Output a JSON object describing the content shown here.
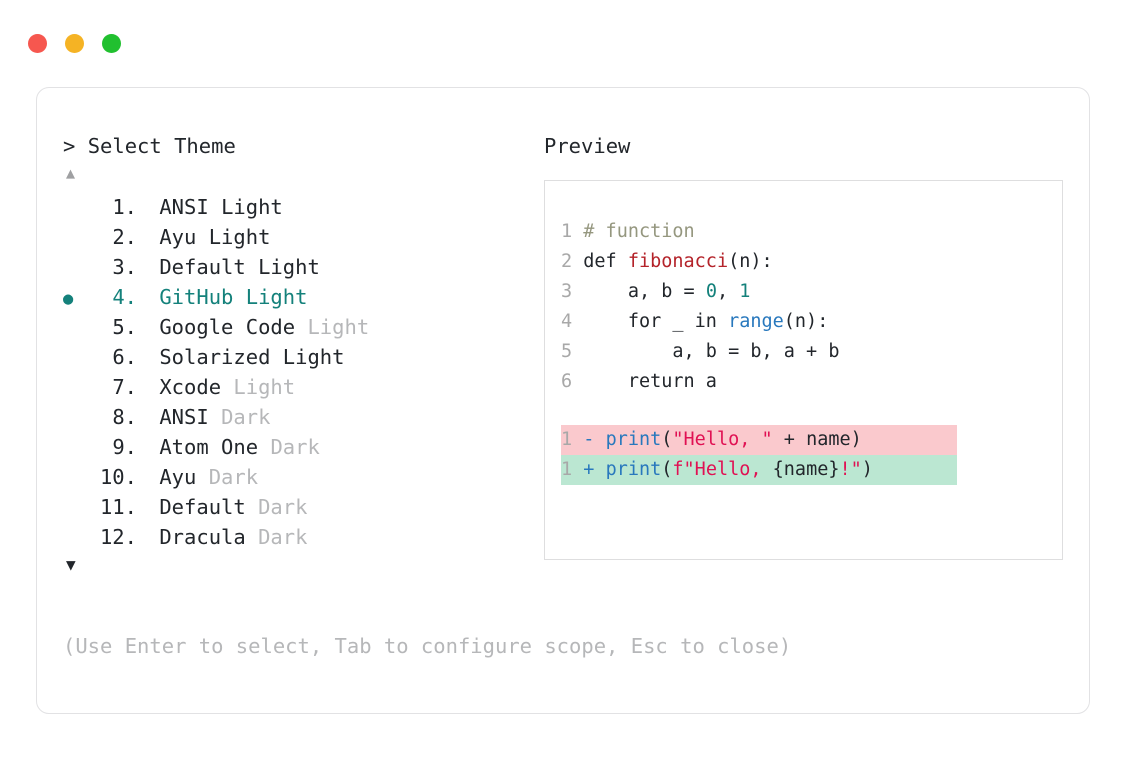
{
  "window": {
    "traffic_lights": [
      {
        "name": "close-button",
        "color": "#f6574f"
      },
      {
        "name": "minimize-button",
        "color": "#f5b324"
      },
      {
        "name": "maximize-button",
        "color": "#21c02f"
      }
    ]
  },
  "prompt": {
    "caret": ">",
    "label": "Select Theme"
  },
  "scroll": {
    "up_arrow": "▲",
    "down_arrow": "▼"
  },
  "list": {
    "selected_index": 3,
    "bullet": "●",
    "items": [
      {
        "num": "1.",
        "name": "ANSI",
        "suffix": "Light",
        "dim": false,
        "selected": false
      },
      {
        "num": "2.",
        "name": "Ayu",
        "suffix": "Light",
        "dim": false,
        "selected": false
      },
      {
        "num": "3.",
        "name": "Default",
        "suffix": "Light",
        "dim": false,
        "selected": false
      },
      {
        "num": "4.",
        "name": "GitHub",
        "suffix": "Light",
        "dim": false,
        "selected": true
      },
      {
        "num": "5.",
        "name": "Google Code",
        "suffix": "Light",
        "dim": true,
        "selected": false
      },
      {
        "num": "6.",
        "name": "Solarized",
        "suffix": "Light",
        "dim": false,
        "selected": false
      },
      {
        "num": "7.",
        "name": "Xcode",
        "suffix": "Light",
        "dim": true,
        "selected": false
      },
      {
        "num": "8.",
        "name": "ANSI",
        "suffix": "Dark",
        "dim": true,
        "selected": false
      },
      {
        "num": "9.",
        "name": "Atom One",
        "suffix": "Dark",
        "dim": true,
        "selected": false
      },
      {
        "num": "10.",
        "name": "Ayu",
        "suffix": "Dark",
        "dim": true,
        "selected": false
      },
      {
        "num": "11.",
        "name": "Default",
        "suffix": "Dark",
        "dim": true,
        "selected": false
      },
      {
        "num": "12.",
        "name": "Dracula",
        "suffix": "Dark",
        "dim": true,
        "selected": false
      }
    ]
  },
  "preview": {
    "label": "Preview",
    "code_lines": [
      {
        "ln": "1",
        "tokens": [
          {
            "t": "# function",
            "c": "cmt"
          }
        ]
      },
      {
        "ln": "2",
        "tokens": [
          {
            "t": "def ",
            "c": "kw"
          },
          {
            "t": "fibonacci",
            "c": "fn"
          },
          {
            "t": "(n):",
            "c": "pun"
          }
        ]
      },
      {
        "ln": "3",
        "tokens": [
          {
            "t": "    a, b = ",
            "c": "kw"
          },
          {
            "t": "0",
            "c": "num"
          },
          {
            "t": ", ",
            "c": "pun"
          },
          {
            "t": "1",
            "c": "num"
          }
        ]
      },
      {
        "ln": "4",
        "tokens": [
          {
            "t": "    for _ in ",
            "c": "kw"
          },
          {
            "t": "range",
            "c": "bi"
          },
          {
            "t": "(n):",
            "c": "pun"
          }
        ]
      },
      {
        "ln": "5",
        "tokens": [
          {
            "t": "        a, b = b, a + b",
            "c": "kw"
          }
        ]
      },
      {
        "ln": "6",
        "tokens": [
          {
            "t": "    return a",
            "c": "kw"
          }
        ]
      }
    ],
    "diff_lines": [
      {
        "ln": "1",
        "kind": "del",
        "sign": "-",
        "tokens": [
          {
            "t": "print",
            "c": "bi"
          },
          {
            "t": "(",
            "c": "pun"
          },
          {
            "t": "\"Hello, \"",
            "c": "str"
          },
          {
            "t": " + name)",
            "c": "kw"
          }
        ]
      },
      {
        "ln": "1",
        "kind": "add",
        "sign": "+",
        "tokens": [
          {
            "t": "print",
            "c": "bi"
          },
          {
            "t": "(",
            "c": "pun"
          },
          {
            "t": "f\"Hello, ",
            "c": "str"
          },
          {
            "t": "{name}",
            "c": "kw"
          },
          {
            "t": "!\"",
            "c": "str"
          },
          {
            "t": ")",
            "c": "pun"
          }
        ]
      }
    ]
  },
  "hint": {
    "text": "(Use Enter to select, Tab to configure scope, Esc to close)"
  },
  "colors": {
    "accent_teal": "#14817b",
    "text": "#22262b",
    "dim_text": "#b6b7b9",
    "border": "#e2e2e4",
    "panel_border": "#dededf",
    "diff_del_bg": "#fac9cd",
    "diff_add_bg": "#bbe7d2",
    "comment": "#95977f",
    "function": "#b4232a",
    "builtin": "#2878bd",
    "string": "#e01153",
    "number": "#14817b",
    "line_number": "#a8a8a8"
  }
}
